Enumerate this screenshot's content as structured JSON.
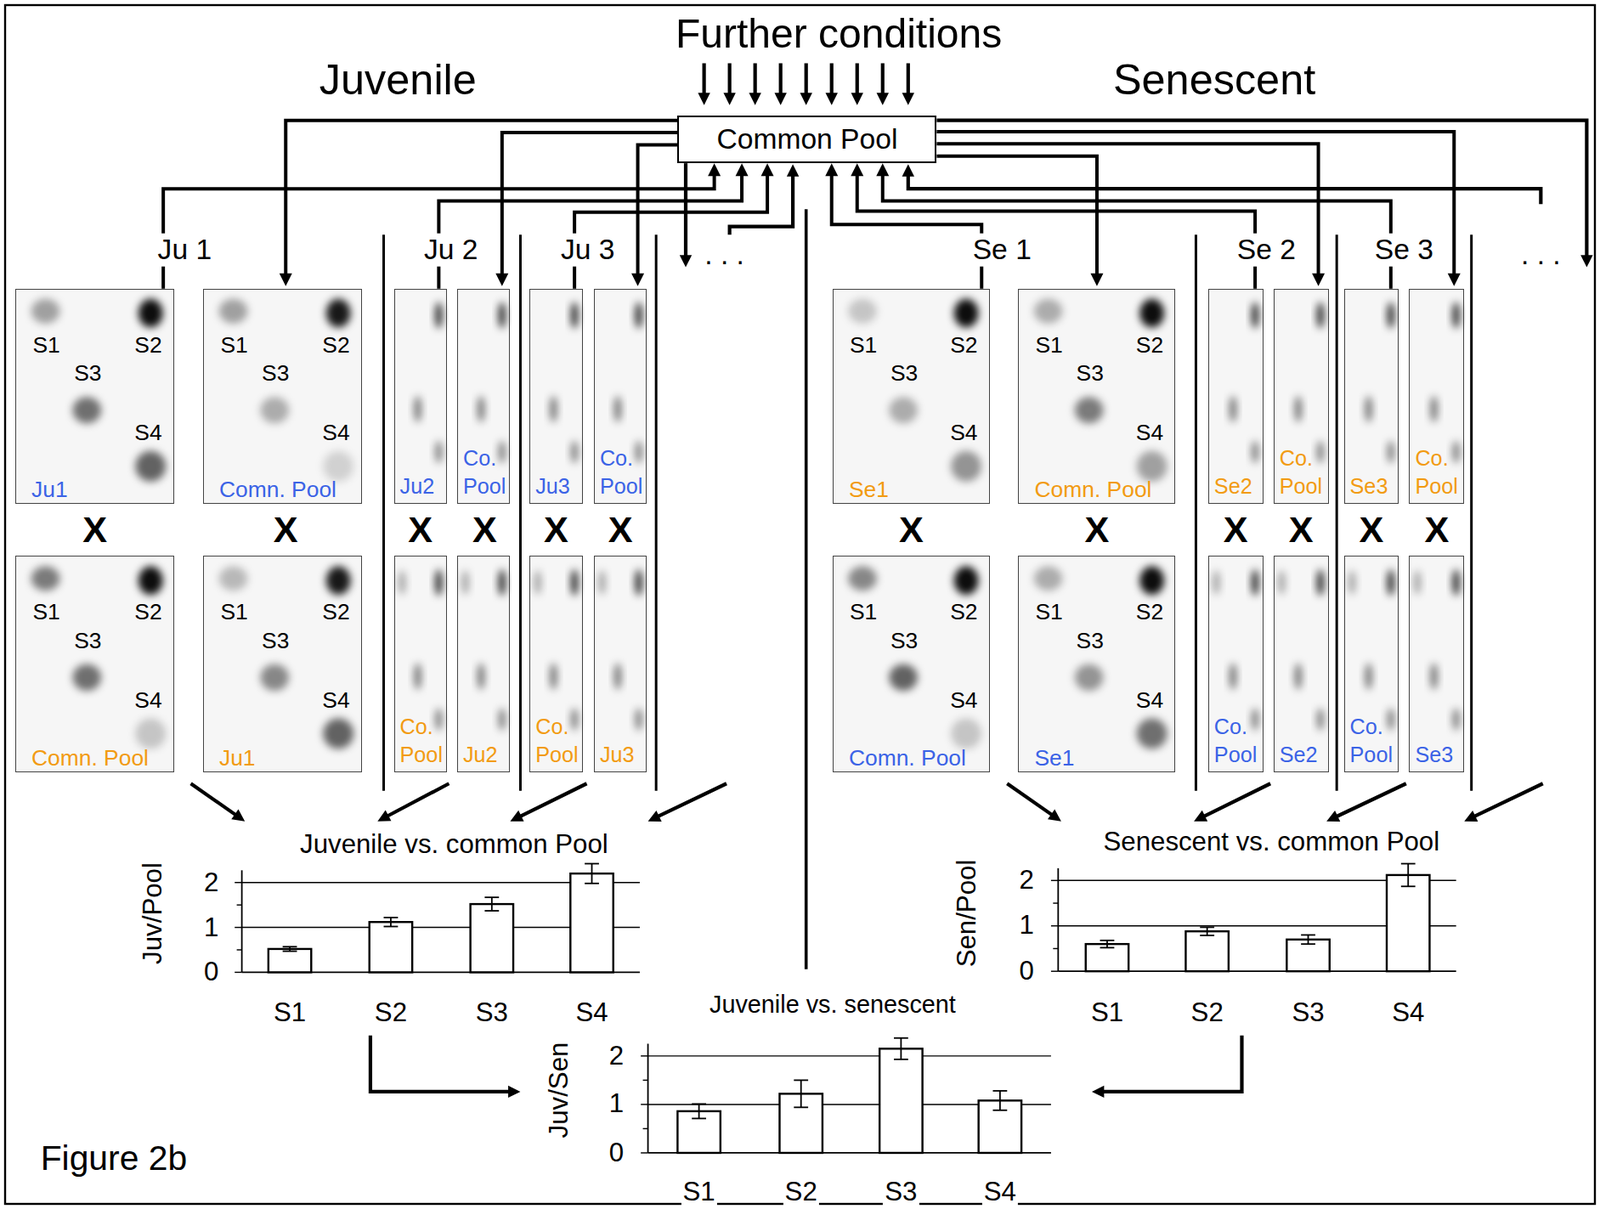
{
  "diagram": {
    "caption": "Figure 2b",
    "nodes": [
      {
        "text": [
          "Common Pool"
        ]
      },
      {
        "text": [
          "S1",
          "S2",
          "S3",
          "S4",
          "Ju1"
        ]
      },
      {
        "text": [
          "S1",
          "S2",
          "S3",
          "S4",
          "Comn. Pool"
        ]
      },
      {
        "text": [
          "Ju2"
        ]
      },
      {
        "text": [
          "Co. Pool"
        ]
      },
      {
        "text": [
          "Ju3"
        ]
      },
      {
        "text": [
          "Co. Pool"
        ]
      },
      {
        "text": [
          "S1",
          "S2",
          "S3",
          "S4",
          "Se1"
        ]
      },
      {
        "text": [
          "S1",
          "S2",
          "S3",
          "S4",
          "Comn. Pool"
        ]
      },
      {
        "text": [
          "Se2"
        ]
      },
      {
        "text": [
          "Co. Pool"
        ]
      },
      {
        "text": [
          "Se3"
        ]
      },
      {
        "text": [
          "Co. Pool"
        ]
      },
      {
        "text": [
          "S1",
          "S2",
          "S3",
          "S4",
          "Comn. Pool"
        ]
      },
      {
        "text": [
          "S1",
          "S2",
          "S3",
          "S4",
          "Ju1"
        ]
      },
      {
        "text": [
          "Co. Pool"
        ]
      },
      {
        "text": [
          "Ju2"
        ]
      },
      {
        "text": [
          "Co. Pool"
        ]
      },
      {
        "text": [
          "Ju3"
        ]
      },
      {
        "text": [
          "S1",
          "S2",
          "S3",
          "S4",
          "Comn. Pool"
        ]
      },
      {
        "text": [
          "S1",
          "S2",
          "S3",
          "S4",
          "Se1"
        ]
      },
      {
        "text": [
          "Co. Pool"
        ]
      },
      {
        "text": [
          "Se2"
        ]
      },
      {
        "text": [
          "Co. Pool"
        ]
      },
      {
        "text": [
          "Se3"
        ]
      }
    ],
    "edges": [
      {
        "from": 1,
        "to": 0,
        "arrow": "to"
      },
      {
        "from": 3,
        "to": 0,
        "arrow": "to"
      },
      {
        "from": 5,
        "to": 0,
        "arrow": "to"
      },
      {
        "from": 7,
        "to": 0,
        "arrow": "to"
      },
      {
        "from": 9,
        "to": 0,
        "arrow": "to"
      },
      {
        "from": 11,
        "to": 0,
        "arrow": "to"
      },
      {
        "from": 0,
        "to": 2,
        "arrow": "to"
      },
      {
        "from": 0,
        "to": 4,
        "arrow": "to"
      },
      {
        "from": 0,
        "to": 6,
        "arrow": "to"
      },
      {
        "from": 0,
        "to": 8,
        "arrow": "to"
      },
      {
        "from": 0,
        "to": 10,
        "arrow": "to"
      },
      {
        "from": 0,
        "to": 12,
        "arrow": "to"
      }
    ],
    "labels": [
      "Further conditions",
      "Juvenile",
      "Senescent",
      "Ju 1",
      "Ju 2",
      "Ju 3",
      ". . .",
      "Se 1",
      "Se 2",
      "Se 3",
      ". . .",
      "X",
      "X",
      "X",
      "X",
      "X",
      "X",
      "X",
      "X",
      "X",
      "X",
      "X",
      "X",
      "Juvenile vs. common Pool",
      "Juv/Pool",
      "0",
      "1",
      "2",
      "S1",
      "S2",
      "S3",
      "S4",
      "Senescent vs. common Pool",
      "Sen/Pool",
      "0",
      "1",
      "2",
      "S1",
      "S2",
      "S3",
      "S4",
      "Juvenile vs. senescent",
      "Juv/Sen",
      "0",
      "1",
      "2",
      "S1",
      "S2",
      "S3",
      "S4"
    ]
  }
}
